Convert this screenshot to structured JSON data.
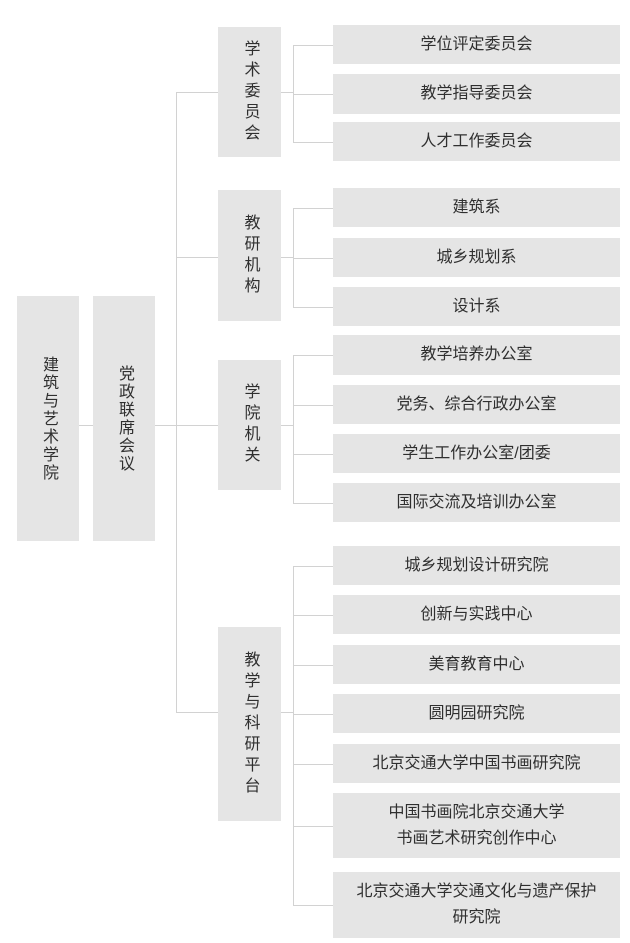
{
  "colors": {
    "box_fill": "#e5e5e5",
    "line": "#d2d2d2",
    "text": "#2f2f2f",
    "background": "#ffffff"
  },
  "diagram": {
    "type": "org-chart",
    "root": {
      "id": "college",
      "label": "建筑与艺术学院"
    },
    "council": {
      "id": "joint-meeting",
      "label": "党政联席会议"
    },
    "groups": [
      {
        "id": "academic-committee",
        "label": "学术委员会",
        "children": [
          "学位评定委员会",
          "教学指导委员会",
          "人才工作委员会"
        ]
      },
      {
        "id": "teaching-research-units",
        "label": "教研机构",
        "children": [
          "建筑系",
          "城乡规划系",
          "设计系"
        ]
      },
      {
        "id": "college-offices",
        "label": "学院机关",
        "children": [
          "教学培养办公室",
          "党务、综合行政办公室",
          "学生工作办公室/团委",
          "国际交流及培训办公室"
        ]
      },
      {
        "id": "teaching-research-platforms",
        "label": "教学与科研平台",
        "children": [
          "城乡规划设计研究院",
          "创新与实践中心",
          "美育教育中心",
          "圆明园研究院",
          "北京交通大学中国书画研究院",
          "中国书画院北京交通大学\n书画艺术研究创作中心",
          "北京交通大学交通文化与遗产保护\n研究院"
        ]
      }
    ]
  }
}
